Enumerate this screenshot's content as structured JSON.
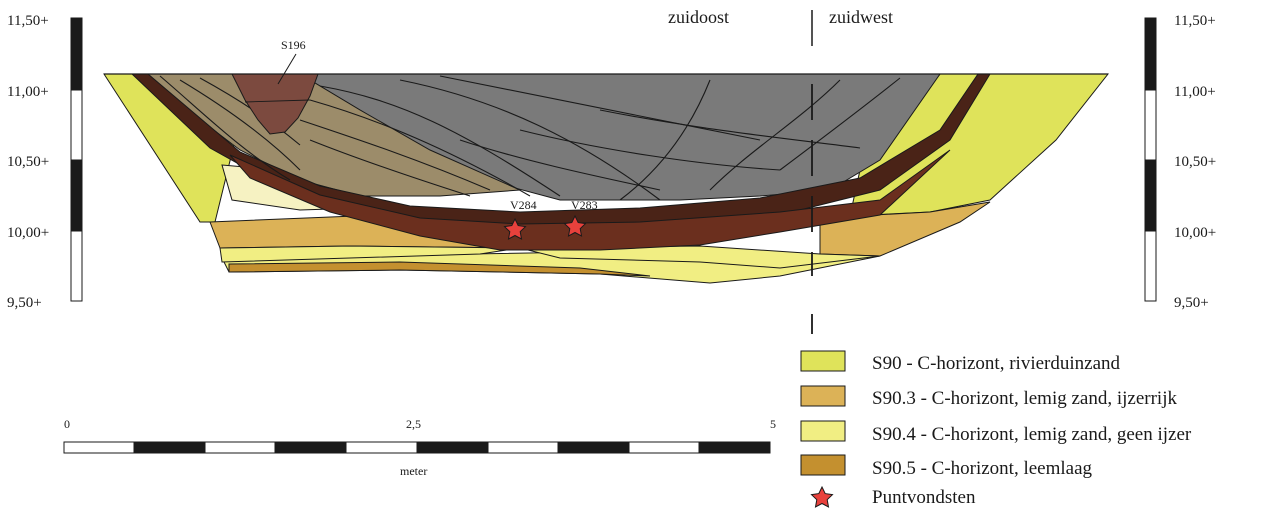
{
  "orientation": {
    "left": "zuidoost",
    "right": "zuidwest"
  },
  "feature_label": "S196",
  "finds": [
    {
      "id": "V284"
    },
    {
      "id": "V283"
    }
  ],
  "elevation_scale": {
    "ticks": [
      "11,50+",
      "11,00+",
      "10,50+",
      "10,00+",
      "9,50+"
    ]
  },
  "distance_scale": {
    "ticks": [
      "0",
      "2,5",
      "5"
    ],
    "unit": "meter"
  },
  "legend": [
    {
      "label": "S90 - C-horizont, rivierduinzand",
      "color": "#dfe35a"
    },
    {
      "label": "S90.3 - C-horizont, lemig zand, ijzerrijk",
      "color": "#dcb257"
    },
    {
      "label": "S90.4 - C-horizont, lemig zand, geen ijzer",
      "color": "#f1ee83"
    },
    {
      "label": "S90.5 - C-horizont, leemlaag",
      "color": "#c4902f"
    },
    {
      "label": "Puntvondsten",
      "symbol": "star",
      "color": "#e8413c"
    }
  ],
  "colors": {
    "grey_fill": "#7a7a7a",
    "brown_dark": "#4a2317",
    "brown_mid": "#6b2f1e",
    "tan": "#9c8c6a",
    "pale": "#f6f2c2",
    "pit": "#7c4a3f"
  }
}
